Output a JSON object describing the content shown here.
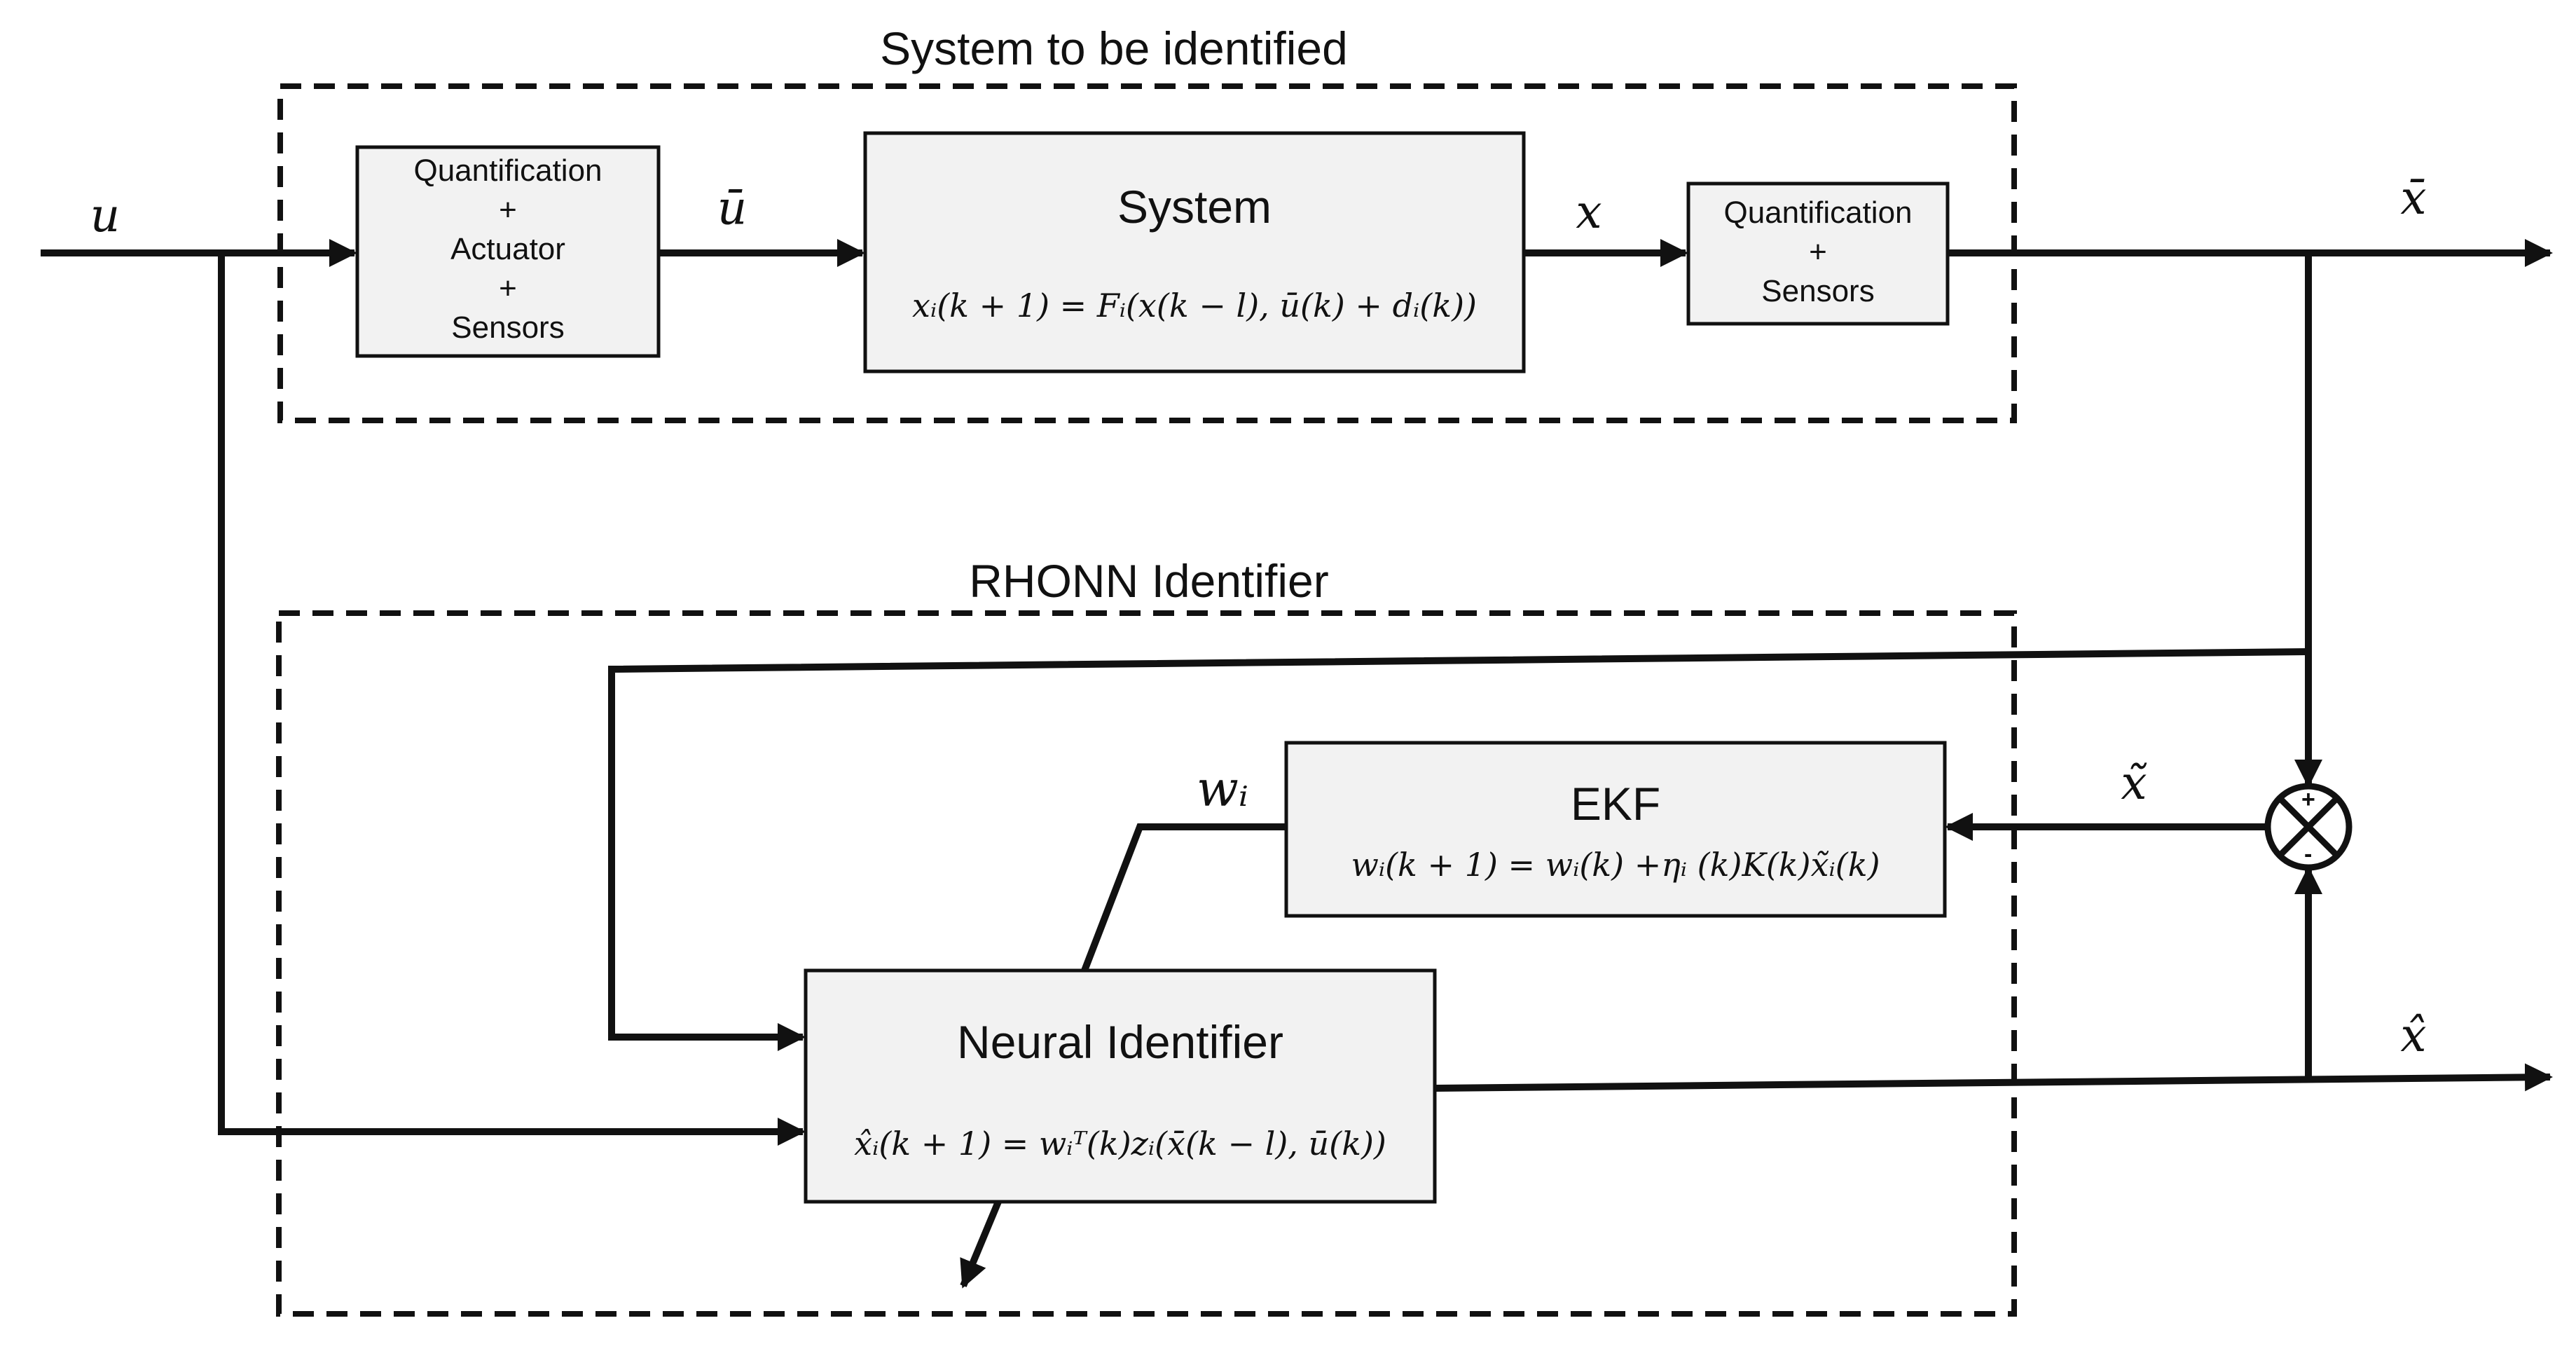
{
  "regions": {
    "system_group_title": "System to be identified",
    "rhonn_group_title": "RHONN Identifier"
  },
  "blocks": {
    "input_quant": {
      "lines": [
        "Quantification",
        "+",
        "Actuator",
        "+",
        "Sensors"
      ]
    },
    "system": {
      "title": "System",
      "equation": "xᵢ(k + 1) = Fᵢ(x(k − l), ū(k) + dᵢ(k))"
    },
    "output_quant": {
      "lines": [
        "Quantification",
        "+",
        "Sensors"
      ]
    },
    "ekf": {
      "title": "EKF",
      "equation": "wᵢ(k + 1) = wᵢ(k) +ηᵢ (k)K(k)x̃ᵢ(k)"
    },
    "neural": {
      "title": "Neural Identifier",
      "equation": "x̂ᵢ(k + 1) = wᵢᵀ(k)zᵢ(x̄(k − l), ū(k))"
    }
  },
  "signals": {
    "u": "u",
    "u_bar": "ū",
    "x": "x",
    "x_bar": "x̄",
    "x_tilde": "x̃",
    "w_i": "wᵢ",
    "x_hat": "x̂"
  },
  "summing_junction": {
    "plus": "+",
    "minus": "-"
  }
}
